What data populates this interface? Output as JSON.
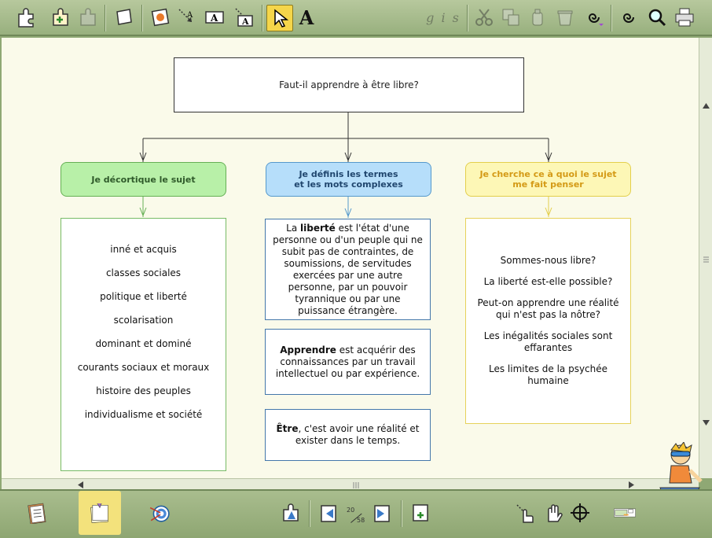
{
  "diagram": {
    "root": "Faut-il apprendre à être libre?",
    "branches": [
      {
        "header_line1": "Je décortique le sujet",
        "header_line2": "",
        "items": [
          "inné et acquis",
          "classes sociales",
          "politique et liberté",
          "scolarisation",
          "dominant et dominé",
          "courants sociaux et moraux",
          "histoire des peuples",
          "individualisme et société"
        ]
      },
      {
        "header_line1": "Je définis les termes",
        "header_line2": "et les mots complexes",
        "defs": [
          {
            "pre": "La ",
            "term": "liberté",
            "post": " est l'état d'une personne ou d'un peuple qui ne subit pas de contraintes, de soumissions, de servitudes exercées par une autre personne, par un pouvoir tyrannique ou par une puissance étrangère."
          },
          {
            "pre": "",
            "term": "Apprendre",
            "post": " est acquérir des connaissances par un travail intellectuel ou par expérience."
          },
          {
            "pre": "",
            "term": "Être",
            "post": ", c'est avoir une réalité et exister dans le temps."
          }
        ]
      },
      {
        "header_line1": "Je cherche ce à quoi le sujet",
        "header_line2": "me fait penser",
        "questions": [
          "Sommes-nous libre?",
          "La liberté est-elle possible?",
          "Peut-on apprendre une réalité qui n'est pas la nôtre?",
          "Les inégalités sociales sont effarantes",
          "Les limites de la psychée humaine"
        ]
      }
    ]
  },
  "toolbar": {
    "text_format_label": "g i s",
    "text_tool_label": "A"
  },
  "pager": {
    "current": "20",
    "total": "58"
  },
  "colors": {
    "toolbar_green": "#98b07e",
    "canvas": "#fafaea",
    "green_header": "#b8f0a8",
    "blue_header": "#b6defa",
    "yellow_header": "#fdf7b6",
    "yellow_text": "#d49a16"
  }
}
